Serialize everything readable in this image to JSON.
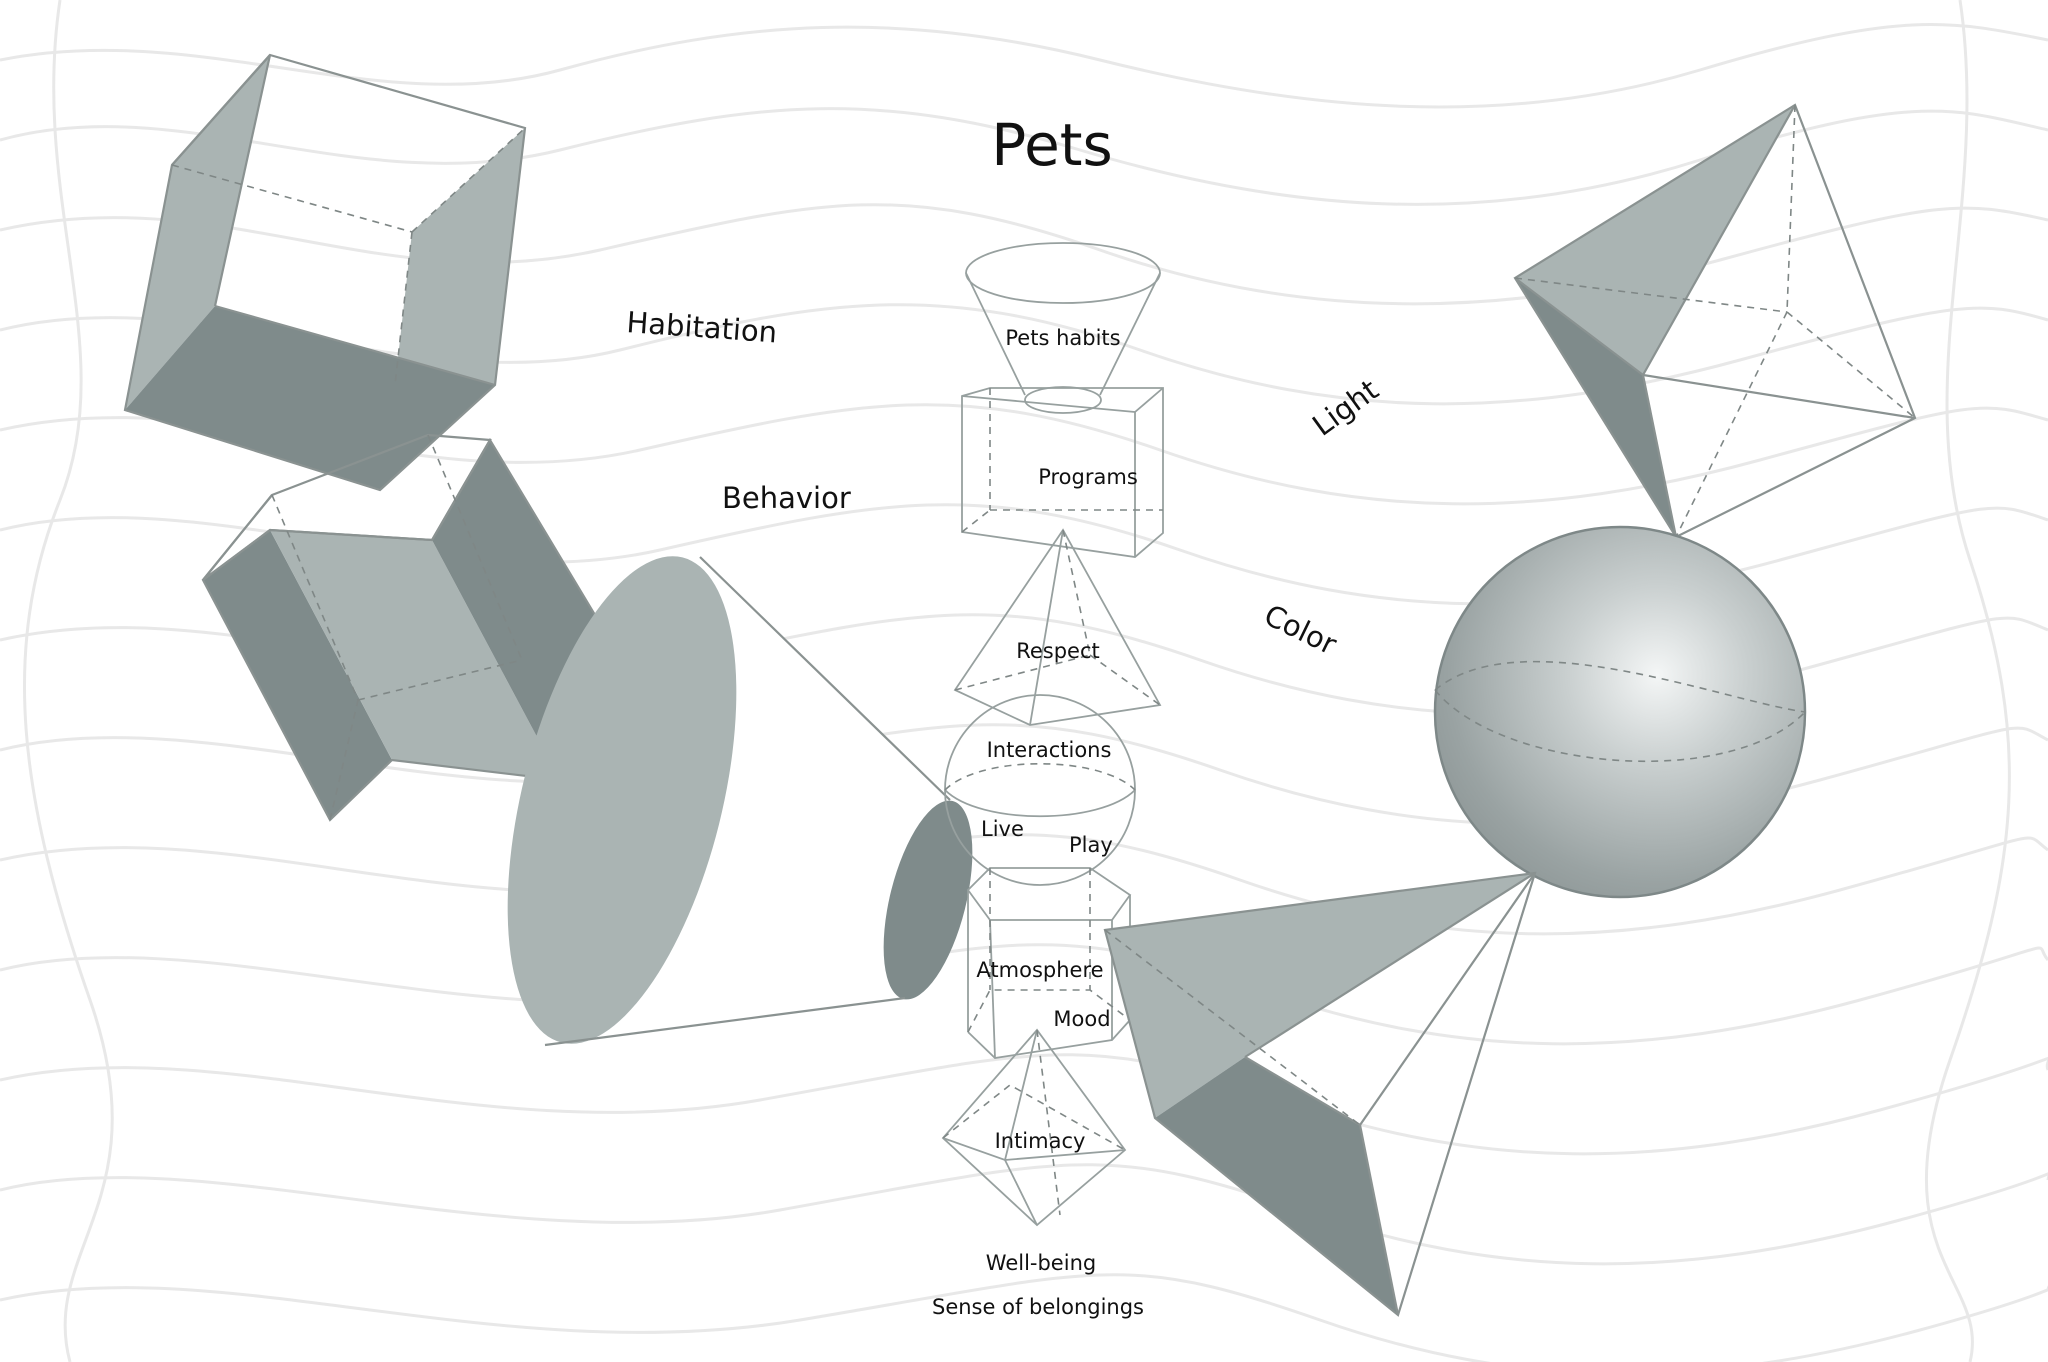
{
  "title": "Pets",
  "side_labels": {
    "habitation": "Habitation",
    "behavior": "Behavior",
    "light": "Light",
    "color": "Color"
  },
  "stack_labels": {
    "pets_habits": "Pets habits",
    "programs": "Programs",
    "respect": "Respect",
    "interactions": "Interactions",
    "live": "Live",
    "play": "Play",
    "atmosphere": "Atmosphere",
    "mood": "Mood",
    "intimacy": "Intimacy",
    "well_being": "Well-being",
    "sense_of_belongings": "Sense of belongings"
  },
  "colors": {
    "fill_light": "#aab4b3",
    "fill_dark": "#7f8b8b",
    "stroke": "#8a9291",
    "contour": "#e8e8e8"
  }
}
